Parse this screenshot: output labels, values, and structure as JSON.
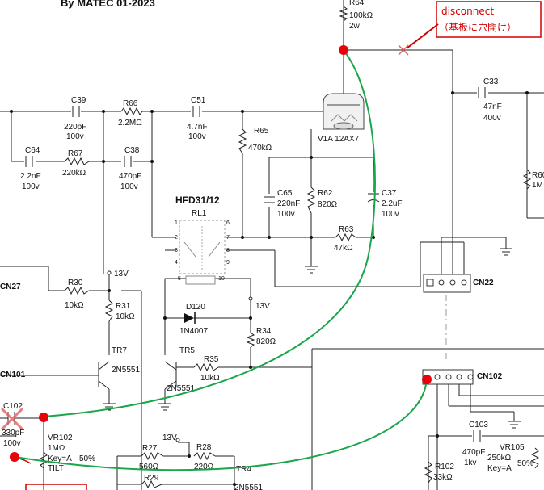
{
  "header": {
    "byline": "By MATEC 01-2023"
  },
  "note": {
    "line1": "disconnect",
    "line2": "（基板に穴開け）"
  },
  "parts": {
    "r64": {
      "ref": "R64",
      "value": "100kΩ",
      "rating": "2w"
    },
    "c39": {
      "ref": "C39",
      "value": "220pF",
      "rating": "100v"
    },
    "r66": {
      "ref": "R66",
      "value": "2.2MΩ"
    },
    "c51": {
      "ref": "C51",
      "value": "4.7nF",
      "rating": "100v"
    },
    "r65": {
      "ref": "R65",
      "value": "470kΩ"
    },
    "tube": {
      "ref": "V1A 12AX7"
    },
    "c33": {
      "ref": "C33",
      "value": "47nF",
      "rating": "400v"
    },
    "r60": {
      "ref": "R60",
      "value": "1M"
    },
    "c64": {
      "ref": "C64",
      "value": "2.2nF",
      "rating": "100v"
    },
    "r67": {
      "ref": "R67",
      "value": "220kΩ"
    },
    "c38": {
      "ref": "C38",
      "value": "470pF",
      "rating": "100v"
    },
    "relay": {
      "model": "HFD31/12",
      "ref": "RL1"
    },
    "c65": {
      "ref": "C65",
      "value": "220nF",
      "rating": "100v"
    },
    "r62": {
      "ref": "R62",
      "value": "820Ω"
    },
    "c37": {
      "ref": "C37",
      "value": "2.2uF",
      "rating": "100v"
    },
    "r63": {
      "ref": "R63",
      "value": "47kΩ"
    },
    "cn22": {
      "ref": "CN22"
    },
    "cn27": {
      "ref": "CN27"
    },
    "v13a": {
      "value": "13V"
    },
    "r30": {
      "ref": "R30",
      "value": "10kΩ"
    },
    "r31": {
      "ref": "R31",
      "value": "10kΩ"
    },
    "d120": {
      "ref": "D120",
      "value": "1N4007"
    },
    "v13b": {
      "value": "13V"
    },
    "r34": {
      "ref": "R34",
      "value": "820Ω"
    },
    "tr7": {
      "ref": "TR7",
      "value": "2N5551"
    },
    "tr5": {
      "ref": "TR5",
      "value": "2N5551"
    },
    "r35": {
      "ref": "R35",
      "value": "10kΩ"
    },
    "cn101": {
      "ref": "CN101"
    },
    "cn102": {
      "ref": "CN102"
    },
    "c102": {
      "ref": "C102",
      "value": "330pF",
      "rating": "100v"
    },
    "vr102": {
      "ref": "VR102",
      "value": "1MΩ",
      "key": "Key=A",
      "pct": "50%",
      "type": "TILT"
    },
    "v13c": {
      "value": "13V"
    },
    "r27": {
      "ref": "R27",
      "value": "560Ω"
    },
    "r28": {
      "ref": "R28",
      "value": "220Ω"
    },
    "tr4": {
      "ref": "TR4",
      "value": "2N5551"
    },
    "r29": {
      "ref": "R29"
    },
    "c103": {
      "ref": "C103",
      "value": "470pF",
      "rating": "1kv"
    },
    "vr105": {
      "ref": "VR105",
      "value": "250kΩ",
      "key": "Key=A",
      "pct": "50%"
    },
    "r102": {
      "ref": "R102",
      "value": "33kΩ"
    }
  },
  "colors": {
    "wire": "#222222",
    "jumper": "#1aa64a",
    "marker": "#e8000b",
    "cross": "#e06060"
  }
}
